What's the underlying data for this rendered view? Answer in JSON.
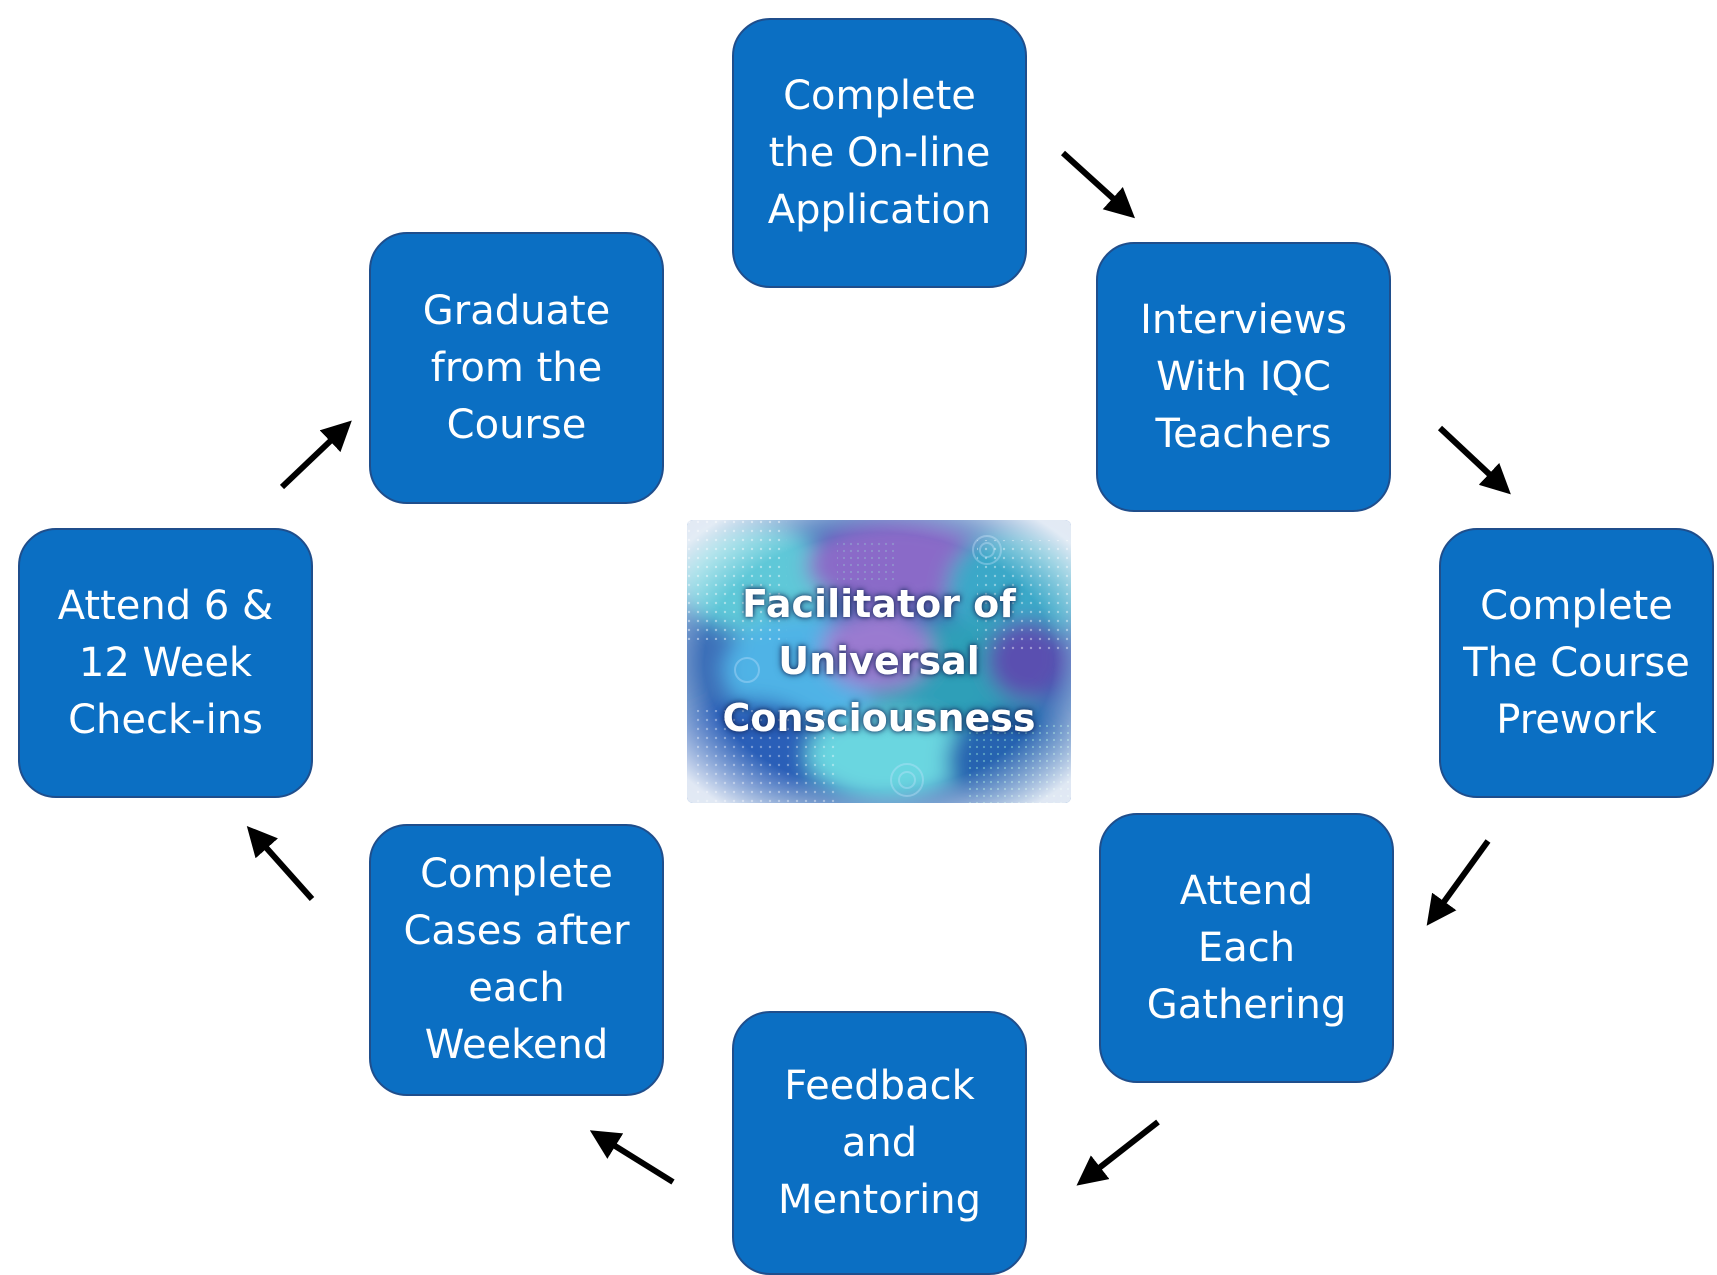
{
  "center": {
    "title": "Facilitator of\nUniversal\nConsciousness"
  },
  "steps": [
    {
      "label": "Complete\nthe On-line\nApplication"
    },
    {
      "label": "Interviews\nWith IQC\nTeachers"
    },
    {
      "label": "Complete\nThe Course\nPrework"
    },
    {
      "label": "Attend\nEach\nGathering"
    },
    {
      "label": "Feedback\nand\nMentoring"
    },
    {
      "label": "Complete\nCases after\neach\nWeekend"
    },
    {
      "label": "Attend 6 &\n12 Week\nCheck-ins"
    },
    {
      "label": "Graduate\nfrom the\nCourse"
    }
  ],
  "colors": {
    "box_fill": "#0b6fc3",
    "box_border": "#1f4e8c",
    "box_text": "#ffffff",
    "arrow": "#000000"
  },
  "icons": {
    "arrow": "arrow-icon"
  }
}
